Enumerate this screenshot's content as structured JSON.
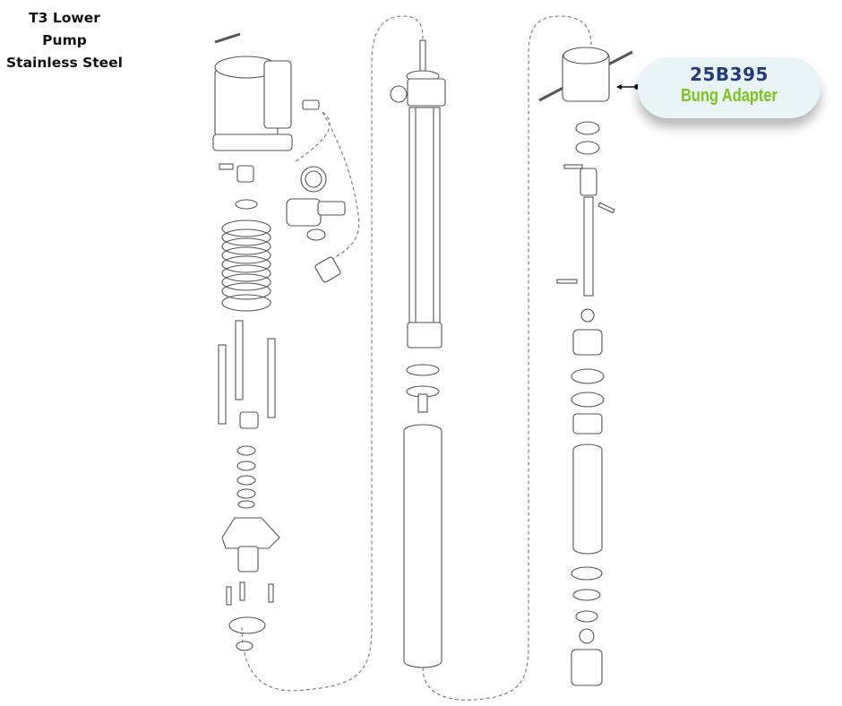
{
  "title": {
    "line1": "T3 Lower Pump",
    "line2": "Stainless Steel"
  },
  "callout": {
    "part_number": "25B395",
    "part_name": "Bung Adapter"
  },
  "colors": {
    "part_number": "#24397f",
    "part_name": "#7fc31c",
    "callout_bg": "#e9f4f6",
    "line": "#555555"
  }
}
